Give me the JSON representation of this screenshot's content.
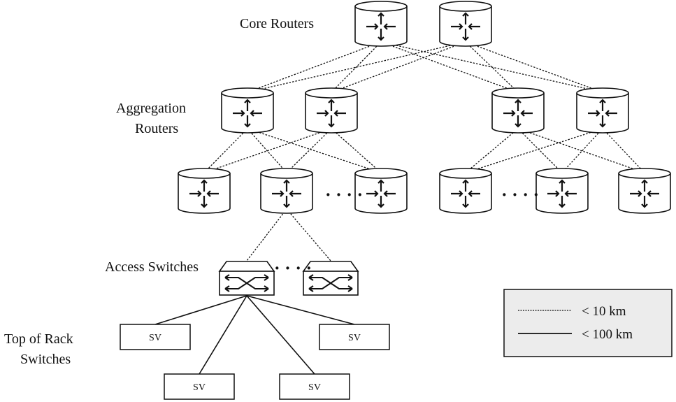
{
  "labels": {
    "core_routers": "Core Routers",
    "aggregation_line1": "Aggregation",
    "aggregation_line2": "Routers",
    "access_switches": "Access Switches",
    "tor_line1": "Top of Rack",
    "tor_line2": "Switches",
    "ellipsis": "· · · ·"
  },
  "servers": [
    "SV",
    "SV",
    "SV",
    "SV"
  ],
  "legend": {
    "dashed_label": "< 10 km",
    "solid_label": "< 100 km"
  },
  "colors": {
    "stroke": "#111111",
    "node_fill": "#ffffff",
    "legend_fill": "#ececec"
  }
}
